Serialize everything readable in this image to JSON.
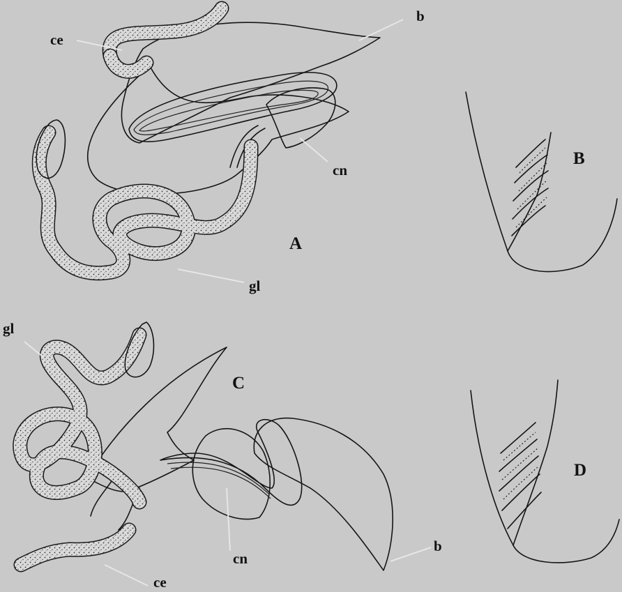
{
  "panel_labels": {
    "A": "A",
    "B": "B",
    "C": "C",
    "D": "D"
  },
  "labels": {
    "A_ce": "ce",
    "A_b": "b",
    "A_cn": "cn",
    "A_gl": "gl",
    "C_gl": "gl",
    "C_cn": "cn",
    "C_ce": "ce",
    "C_b": "b"
  },
  "colors": {
    "background": "#c9c9ca",
    "ink": "#151515",
    "stipple_fill": "#d8d8d8"
  }
}
